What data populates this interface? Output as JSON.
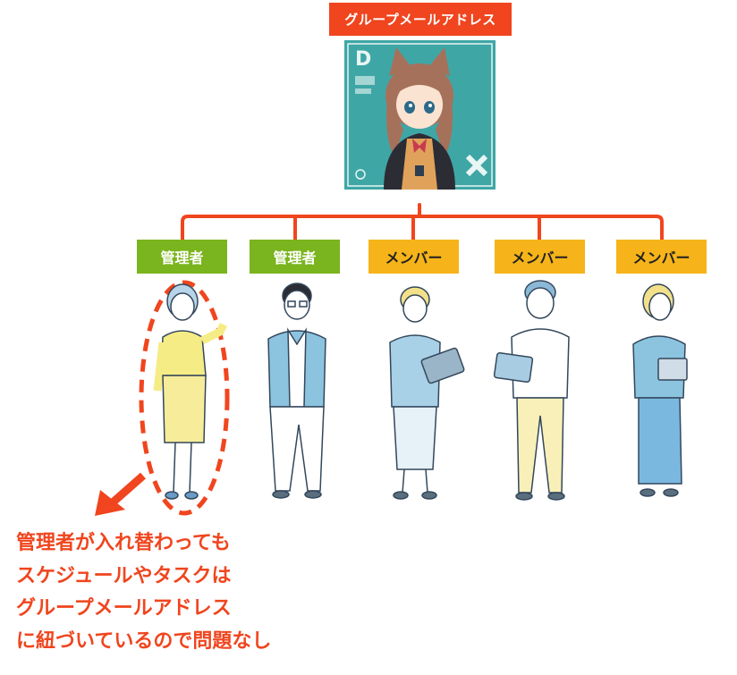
{
  "title": "グループメールアドレス",
  "roles": [
    {
      "label": "管理者",
      "kind": "admin"
    },
    {
      "label": "管理者",
      "kind": "admin"
    },
    {
      "label": "メンバー",
      "kind": "member"
    },
    {
      "label": "メンバー",
      "kind": "member"
    },
    {
      "label": "メンバー",
      "kind": "member"
    }
  ],
  "caption": [
    "管理者が入れ替わっても",
    "スケジュールやタスクは",
    "グループメールアドレス",
    "に紐づいているので問題なし"
  ],
  "colors": {
    "accent": "#f0451e",
    "admin": "#7ab41e",
    "member": "#f6b41a",
    "avatar_bg": "#3fa6a6"
  }
}
